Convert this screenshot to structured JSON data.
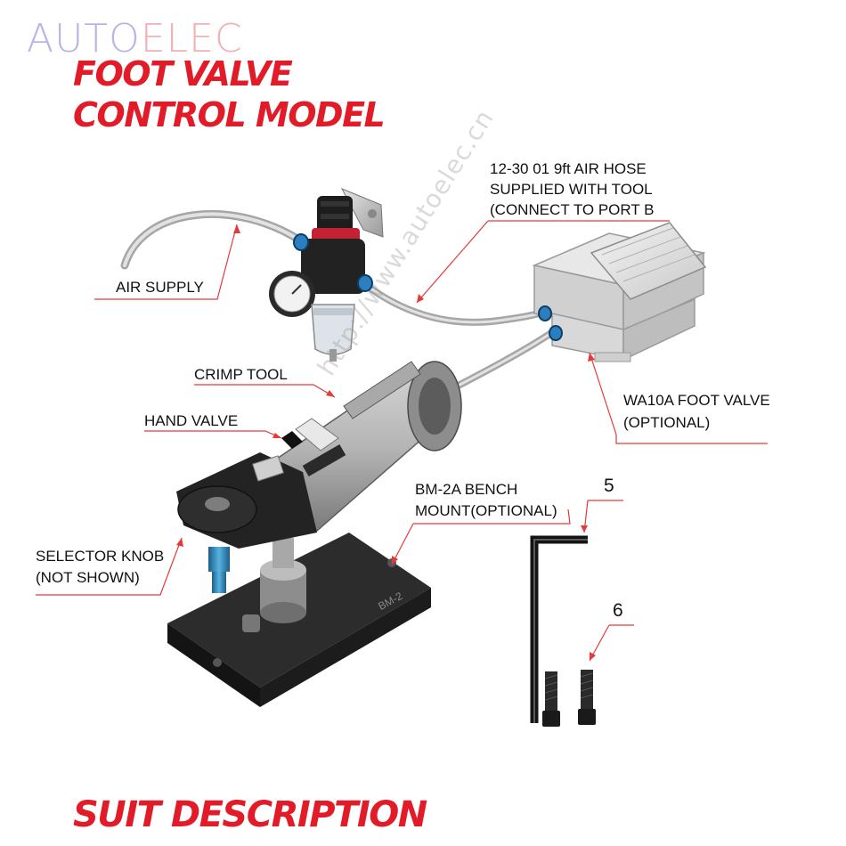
{
  "logo": {
    "part1": "AUTO",
    "part2": "ELEC"
  },
  "title": {
    "line1": "FOOT VALVE",
    "line2": "CONTROL MODEL"
  },
  "footer_title": "SUIT DESCRIPTION",
  "watermark": "http://www.autoelec.cn",
  "labels": {
    "hose_line1": "12-30 01 9ft AIR HOSE",
    "hose_line2": "SUPPLIED WITH TOOL",
    "hose_line3": "(CONNECT TO PORT B",
    "air_supply": "AIR SUPPLY",
    "crimp_tool": "CRIMP TOOL",
    "hand_valve": "HAND VALVE",
    "foot_valve_line1": "WA10A FOOT VALVE",
    "foot_valve_line2": "(OPTIONAL)",
    "bench_line1": "BM-2A BENCH",
    "bench_line2": "MOUNT(OPTIONAL)",
    "selector_line1": "SELECTOR KNOB",
    "selector_line2": "(NOT SHOWN)",
    "item5": "5",
    "item6": "6",
    "plate_marking": "BM-2"
  },
  "colors": {
    "brand_red": "#e11b28",
    "leader_red": "#e33a3a",
    "logo_blue": "#b7b4e6",
    "logo_pink": "#f2b1b5"
  }
}
